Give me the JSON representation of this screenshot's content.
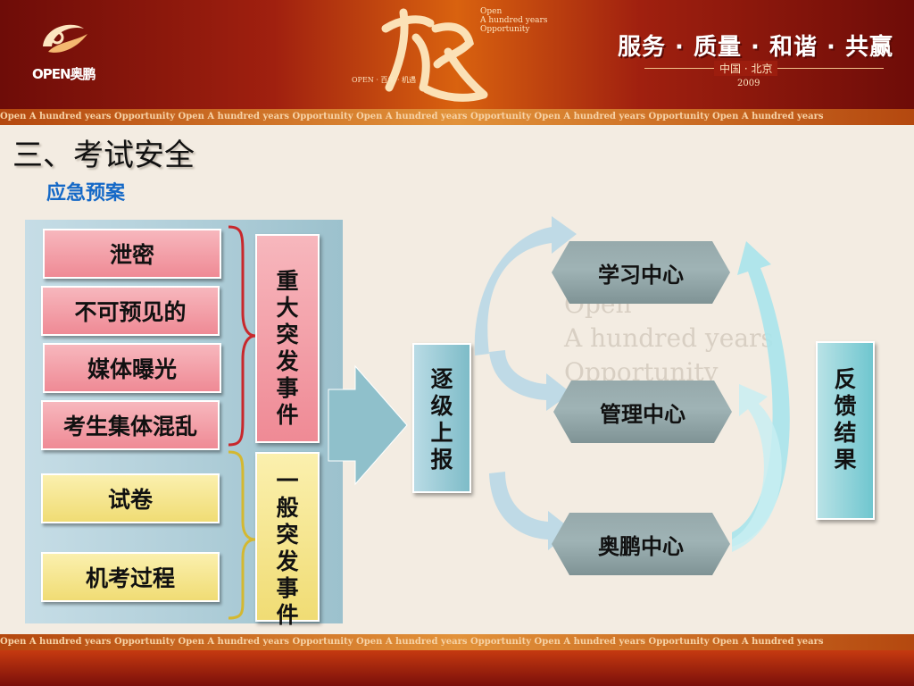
{
  "header": {
    "logo_text": "OPEN奥鹏",
    "center_open": "Open\nA hundred years\nOpportunity",
    "center_small": "OPEN · 百年 · 机遇",
    "slogan": "服务 · 质量 · 和谐 · 共赢",
    "place": "中国 · 北京",
    "year": "2009"
  },
  "band_text": "Open A hundred years Opportunity  Open A hundred years Opportunity  Open A hundred years Opportunity  Open A hundred years Opportunity  Open A hundred years",
  "title": "三、考试安全",
  "subtitle": "应急预案",
  "major_events": {
    "items": [
      "泄密",
      "不可预见的",
      "媒体曝光",
      "考生集体混乱"
    ],
    "label": "重大突发事件"
  },
  "general_events": {
    "items": [
      "试卷",
      "机考过程"
    ],
    "label": "一般突发事件"
  },
  "report_label": "逐级上报",
  "feedback_label": "反馈结果",
  "centers": [
    "学习中心",
    "管理中心",
    "奥鹏中心"
  ],
  "watermark": "Open\nA hundred years\nOpportunity",
  "colors": {
    "major": "#ef8a95",
    "general": "#f0dc74",
    "panel": "#b2d0da",
    "hexagon": "#96a9ab",
    "arrow": "#a8d2e0",
    "subtitle": "#1569c7"
  }
}
